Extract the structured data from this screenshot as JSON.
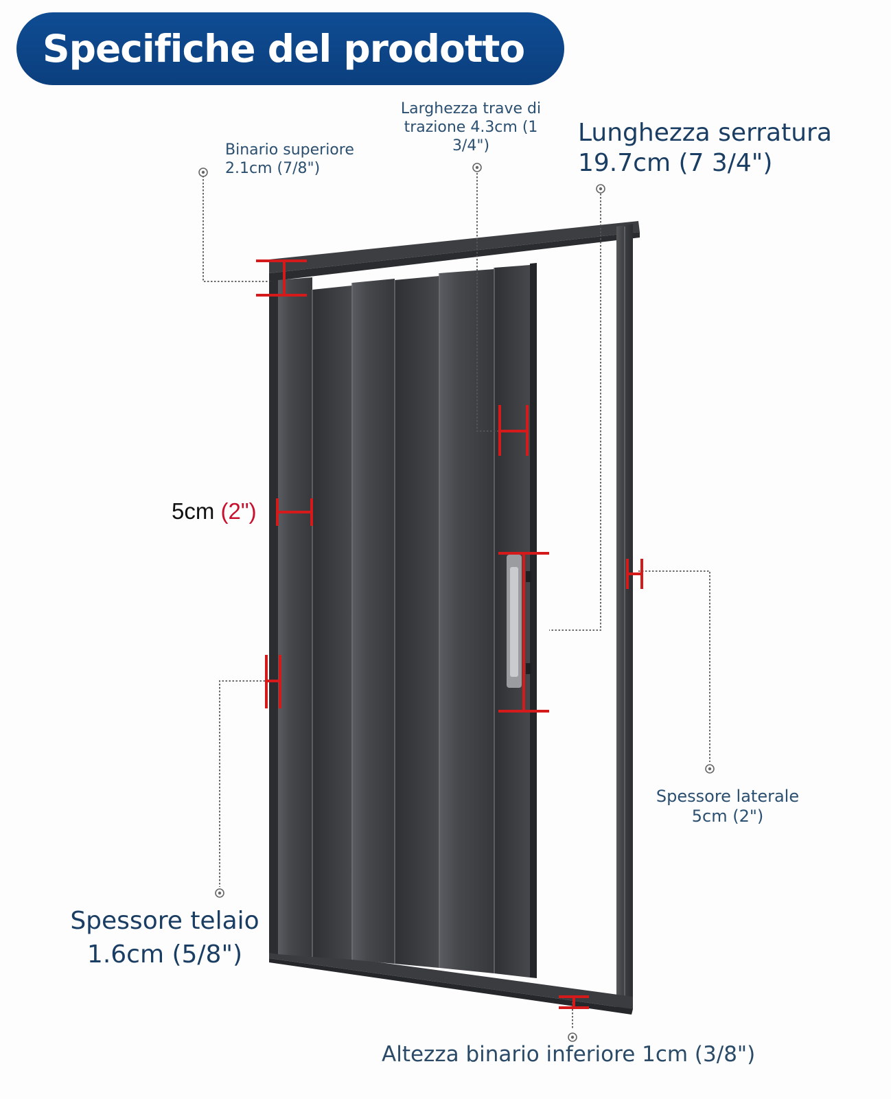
{
  "header": {
    "title": "Specifiche del prodotto"
  },
  "labels": {
    "binario_superiore": [
      "Binario superiore",
      "2.1cm (7/8\")"
    ],
    "larghezza_trave": [
      "Larghezza trave di",
      "trazione 4.3cm (1",
      "3/4\")"
    ],
    "lunghezza_serratura": [
      "Lunghezza serratura",
      "19.7cm (7 3/4\")"
    ],
    "cinque_cm": {
      "value": "5cm",
      "paren": "(2\")"
    },
    "spessore_laterale": [
      "Spessore laterale",
      "5cm (2\")"
    ],
    "spessore_telaio": [
      "Spessore telaio",
      "1.6cm (5/8\")"
    ],
    "altezza_binario": "Altezza binario inferiore 1cm (3/8\")"
  },
  "colors": {
    "banner": "#0b3f7e",
    "marker": "#d41a1a",
    "panel": "#424448",
    "frame": "#3d3f43",
    "label": "#1f4668"
  },
  "icons": [
    "target-dot-icon"
  ]
}
